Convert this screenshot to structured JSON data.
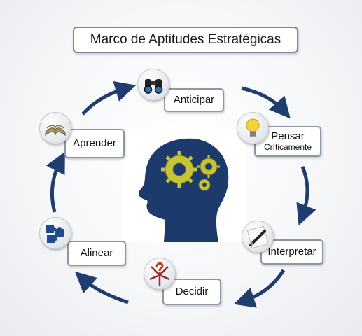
{
  "title": "Marco de Aptitudes Estratégicas",
  "steps": [
    {
      "label": "Anticipar",
      "icon": "binoculars-icon"
    },
    {
      "label": "Pensar",
      "sublabel": "Críticamente",
      "icon": "lightbulb-icon"
    },
    {
      "label": "Interpretar",
      "icon": "pen-icon"
    },
    {
      "label": "Decidir",
      "icon": "crossroads-icon"
    },
    {
      "label": "Alinear",
      "icon": "puzzle-icon"
    },
    {
      "label": "Aprender",
      "icon": "book-icon"
    }
  ],
  "colors": {
    "arrow": "#1f3d6e",
    "head": "#1c3a6c",
    "gear": "#c8c43a",
    "box_border": "#8d96a3"
  }
}
